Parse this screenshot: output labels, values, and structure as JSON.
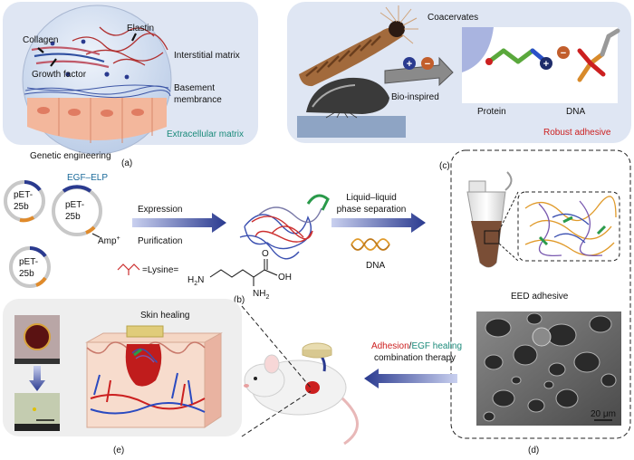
{
  "panel_a": {
    "labels": {
      "collagen": "Collagen",
      "elastin": "Elastin",
      "growth_factor": "Growth factor",
      "interstitial_matrix": "Interstitial matrix",
      "basement_line1": "Basement",
      "basement_line2": "membrance",
      "ecm": "Extracellular matrix"
    },
    "tag": "(a)"
  },
  "panel_c": {
    "title": "Coacervates",
    "bio_inspired": "Bio-inspired",
    "protein": "Protein",
    "dna": "DNA",
    "robust": "Robust adhesive",
    "tag": "(c)",
    "plus": "+",
    "minus": "−"
  },
  "panel_b": {
    "genetic": "Genetic engineering",
    "egf_elp": "EGF–ELP",
    "plasmid_line1": "pET-",
    "plasmid_line2": "25b",
    "amp": "Amp",
    "amp_sup": "+",
    "expression": "Expression",
    "purification": "Purification",
    "llps_line1": "Liquid–liquid",
    "llps_line2": "phase separation",
    "dna": "DNA",
    "lysine_prefix": "=Lysine=",
    "h2n": "H",
    "h2n_sub": "2",
    "h2n_n": "N",
    "o": "O",
    "oh": "OH",
    "nh2": "NH",
    "nh2_sub": "2",
    "tag": "(b)"
  },
  "panel_d": {
    "eed": "EED adhesive",
    "scale": "20 μm",
    "tag": "(d)"
  },
  "panel_e": {
    "skin": "Skin healing",
    "tag": "(e)"
  },
  "therapy": {
    "adhesion": "Adhesion",
    "slash": "/",
    "egf_healing": "EGF healing",
    "combination": "combination therapy"
  },
  "colors": {
    "accent_blue": "#2a3a8f",
    "teal": "#1a8a7a",
    "red": "#cc1f1f",
    "panel_bg": "#dfe6f3"
  }
}
